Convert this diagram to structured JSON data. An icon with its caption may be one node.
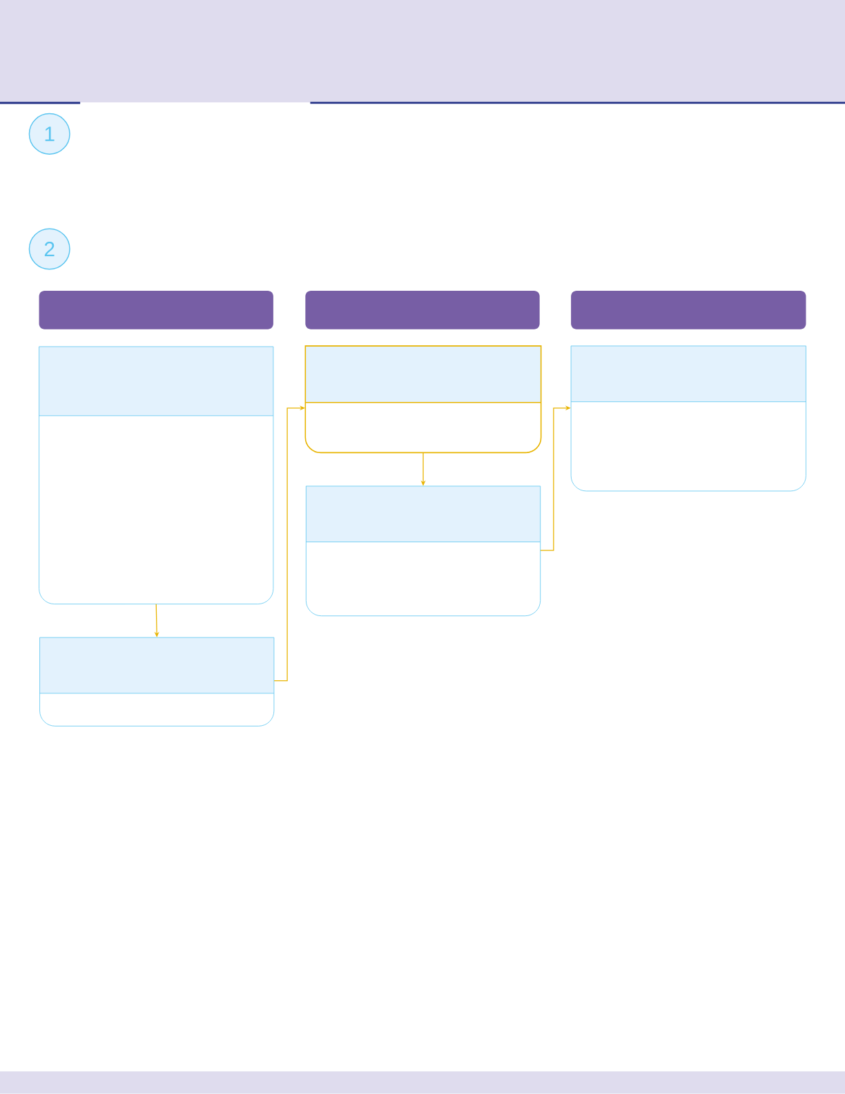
{
  "diagram": {
    "nodes": [
      {
        "text": [
          "1"
        ]
      },
      {
        "text": [
          "2"
        ]
      },
      {
        "text": [],
        "shape": "bar"
      },
      {
        "text": [],
        "shape": "bar"
      },
      {
        "text": [],
        "shape": "bar"
      },
      {
        "text": [],
        "shape": "box"
      },
      {
        "text": [],
        "shape": "box"
      },
      {
        "text": [],
        "shape": "box"
      },
      {
        "text": [],
        "shape": "box"
      },
      {
        "text": [],
        "shape": "box"
      }
    ],
    "edges": [
      {
        "from": 5,
        "to": 6,
        "arrow": "to"
      },
      {
        "from": 6,
        "to": 7,
        "arrow": "to"
      },
      {
        "from": 7,
        "to": 8,
        "arrow": "to"
      },
      {
        "from": 8,
        "to": 9,
        "arrow": "to"
      }
    ]
  }
}
